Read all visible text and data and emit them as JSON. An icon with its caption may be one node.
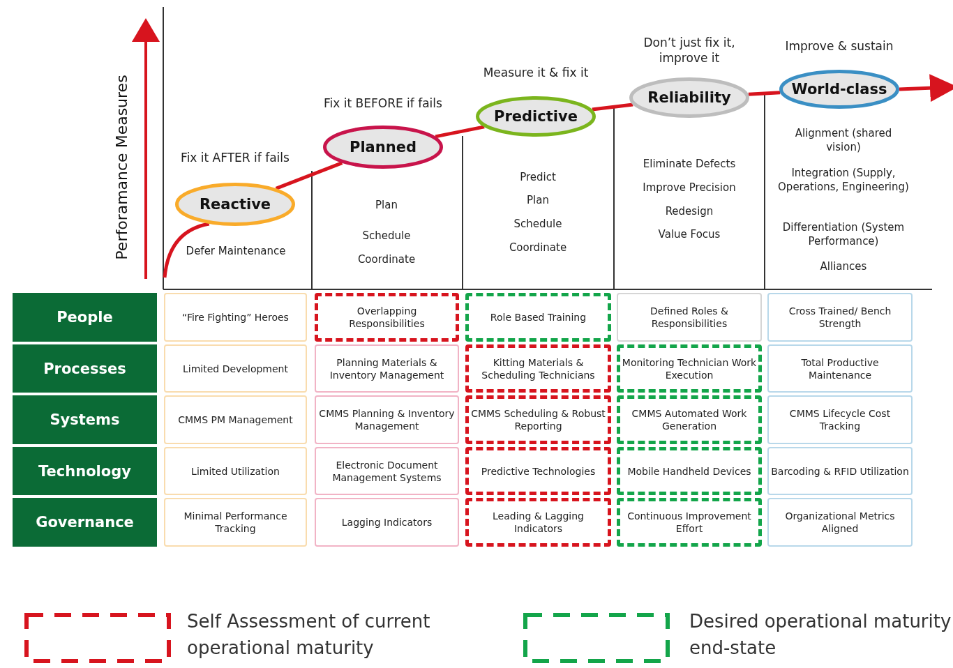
{
  "diagram": {
    "nodes": [
      {
        "text": [
          "Reactive"
        ],
        "beside": [
          "Fix it AFTER if fails"
        ]
      },
      {
        "text": [
          "Planned"
        ],
        "beside": [
          "Fix it BEFORE if fails"
        ]
      },
      {
        "text": [
          "Predictive"
        ],
        "beside": [
          "Measure it & fix it"
        ]
      },
      {
        "text": [
          "Reliability"
        ],
        "beside": [
          "Don’t just fix it, improve it"
        ]
      },
      {
        "text": [
          "World-class"
        ],
        "beside": [
          "Improve & sustain"
        ]
      },
      {
        "text": [
          "People"
        ]
      },
      {
        "text": [
          "“Fire Fighting” Heroes"
        ]
      },
      {
        "text": [
          "Overlapping Responsibilities"
        ]
      },
      {
        "text": [
          "Role Based Training"
        ]
      },
      {
        "text": [
          "Defined Roles & Responsibilities"
        ]
      },
      {
        "text": [
          "Cross Trained/ Bench Strength"
        ]
      },
      {
        "text": [
          "Processes"
        ]
      },
      {
        "text": [
          "Limited Development"
        ]
      },
      {
        "text": [
          "Planning Materials & Inventory Management"
        ]
      },
      {
        "text": [
          "Kitting Materials & Scheduling Technicians"
        ]
      },
      {
        "text": [
          "Monitoring Technician Work Execution"
        ]
      },
      {
        "text": [
          "Total Productive Maintenance"
        ]
      },
      {
        "text": [
          "Systems"
        ]
      },
      {
        "text": [
          "CMMS PM Management"
        ]
      },
      {
        "text": [
          "CMMS Planning & Inventory Management"
        ]
      },
      {
        "text": [
          "CMMS Scheduling & Robust Reporting"
        ]
      },
      {
        "text": [
          "CMMS Automated Work Generation"
        ]
      },
      {
        "text": [
          "CMMS Lifecycle Cost Tracking"
        ]
      },
      {
        "text": [
          "Technology"
        ]
      },
      {
        "text": [
          "Limited Utilization"
        ]
      },
      {
        "text": [
          "Electronic Document Management Systems"
        ]
      },
      {
        "text": [
          "Predictive Technologies"
        ]
      },
      {
        "text": [
          "Mobile Handheld Devices"
        ]
      },
      {
        "text": [
          "Barcoding & RFID Utilization"
        ]
      },
      {
        "text": [
          "Governance"
        ]
      },
      {
        "text": [
          "Minimal Performance Tracking"
        ]
      },
      {
        "text": [
          "Lagging Indicators"
        ]
      },
      {
        "text": [
          "Leading & Lagging Indicators"
        ]
      },
      {
        "text": [
          "Continuous Improvement Effort"
        ]
      },
      {
        "text": [
          "Organizational Metrics Aligned"
        ]
      }
    ],
    "edges": [
      {
        "from": null,
        "to": 0,
        "arrow": "none"
      },
      {
        "from": 0,
        "to": 1,
        "arrow": "none"
      },
      {
        "from": 1,
        "to": 2,
        "arrow": "none"
      },
      {
        "from": 2,
        "to": 3,
        "arrow": "none"
      },
      {
        "from": 3,
        "to": 4,
        "arrow": "none"
      },
      {
        "from": 4,
        "to": null,
        "arrow": "to"
      }
    ],
    "labels": [
      "Perforamance Measures",
      "Defer Maintenance",
      "Plan",
      "Schedule",
      "Coordinate",
      "Predict",
      "Plan",
      "Schedule",
      "Coordinate",
      "Eliminate Defects",
      "Improve Precision",
      "Redesign",
      "Value Focus",
      "Alignment (shared vision)",
      "Integration (Supply, Operations, Engineering)",
      "Differentiation (System Performance)",
      "Alliances"
    ],
    "legend": [
      {
        "text": "Self Assessment of current operational maturity",
        "color": "#d7141e"
      },
      {
        "text": "Desired operational maturity end-state",
        "color": "#13a54a"
      }
    ]
  }
}
